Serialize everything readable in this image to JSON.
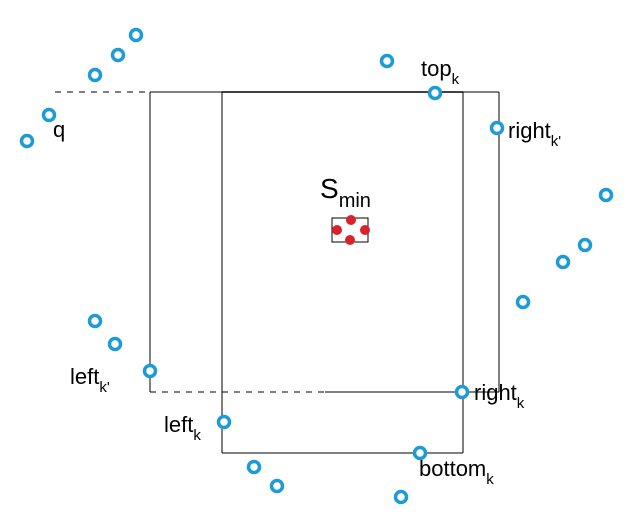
{
  "labels": {
    "q": "q",
    "top": {
      "base": "top",
      "sub": "k"
    },
    "right_k_prime": {
      "base": "right",
      "sub": "k'"
    },
    "s_min": {
      "base": "S",
      "sub": "min"
    },
    "left_k_prime": {
      "base": "left",
      "sub": "k'"
    },
    "right_k": {
      "base": "right",
      "sub": "k"
    },
    "left_k": {
      "base": "left",
      "sub": "k"
    },
    "bottom_k": {
      "base": "bottom",
      "sub": "k"
    }
  },
  "colors": {
    "point_ring": "#1e9bd7",
    "s_min_point": "#d9232a",
    "line": "#000000"
  }
}
